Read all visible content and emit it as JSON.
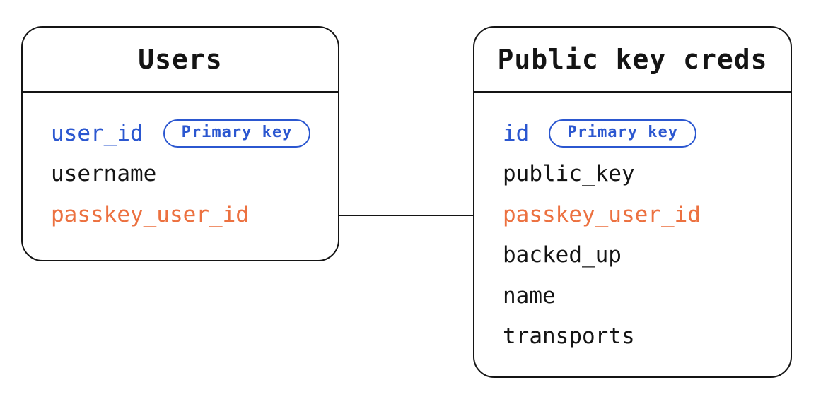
{
  "colors": {
    "ink": "#141414",
    "blue": "#2b57d0",
    "orange": "#ec7140"
  },
  "tables": [
    {
      "name": "Users",
      "fields": [
        {
          "name": "user_id",
          "color": "blue",
          "badge": "Primary key"
        },
        {
          "name": "username",
          "color": "default",
          "badge": ""
        },
        {
          "name": "passkey_user_id",
          "color": "orange",
          "badge": ""
        }
      ]
    },
    {
      "name": "Public key creds",
      "fields": [
        {
          "name": "id",
          "color": "blue",
          "badge": "Primary key"
        },
        {
          "name": "public_key",
          "color": "default",
          "badge": ""
        },
        {
          "name": "passkey_user_id",
          "color": "orange",
          "badge": ""
        },
        {
          "name": "backed_up",
          "color": "default",
          "badge": ""
        },
        {
          "name": "name",
          "color": "default",
          "badge": ""
        },
        {
          "name": "transports",
          "color": "default",
          "badge": ""
        }
      ]
    }
  ],
  "relationship": {
    "from": "Users.passkey_user_id",
    "to": "Public key creds.passkey_user_id"
  }
}
